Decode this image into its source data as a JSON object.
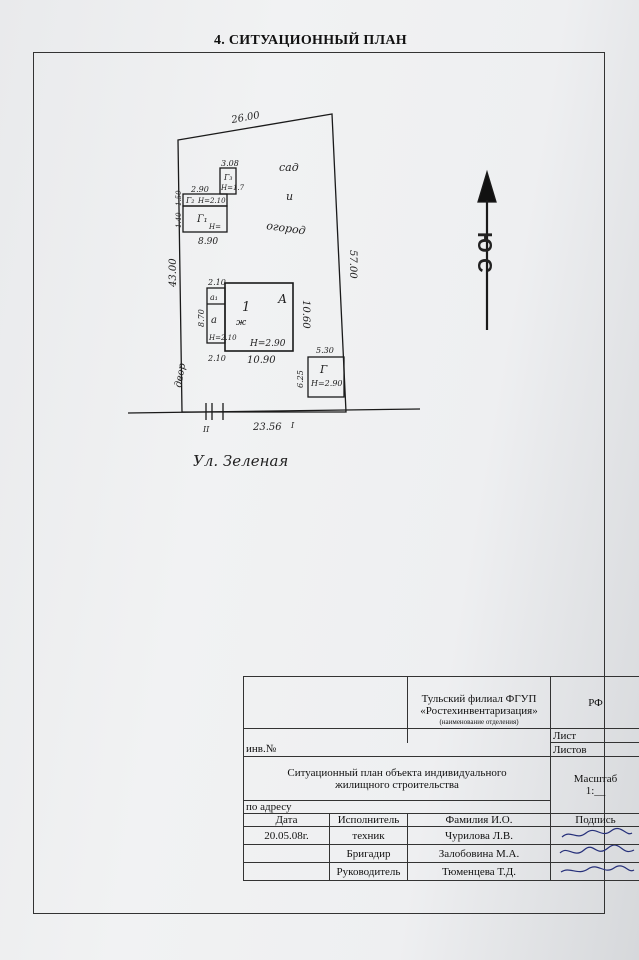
{
  "header": {
    "title": "4.   СИТУАЦИОННЫЙ ПЛАН"
  },
  "plan": {
    "dims": {
      "top": "26.00",
      "left": "43.00",
      "right": "57.00",
      "bottom": "23.56",
      "house_w": "10.90",
      "house_h": "10.60",
      "porch_w1": "2.10",
      "porch_w2": "2.10",
      "porch_h": "8.70",
      "outbuild_w": "8.90",
      "outbuild_top": "3.08",
      "outbuild_mid": "2.90",
      "outbuild_side1": "1.50",
      "outbuild_side2": "1.40",
      "garage_w": "5.30",
      "garage_h": "6.25"
    },
    "labels": {
      "garden1": "сад",
      "garden2": "и",
      "garden3": "огород",
      "house_letter": "А",
      "house_num": "1",
      "house_floors": "ж",
      "house_height": "Н=2.90",
      "porch_letter": "а",
      "porch_a1": "а₁",
      "porch_height": "Н=2.10",
      "out_g1": "Г₁",
      "out_g2": "Г₂",
      "out_g3": "Г₃",
      "out_h1": "Н=",
      "out_h2": "Н=2.10",
      "out_h3": "Н=1.7",
      "garage_letter": "Г",
      "garage_height": "Н=2.90",
      "yard": "двор",
      "gate1": "II",
      "gate2": "I",
      "street": "Ул. Зеленая"
    },
    "north": "Ю С"
  },
  "stamp": {
    "org1": "Тульский филиал ФГУП",
    "org2": "«Ростехинвентаризация»",
    "dept_caption": "(наименование отделения)",
    "rf": "РФ",
    "list_label": "Лист",
    "lists_label": "Листов",
    "inv_label": "инв.№",
    "doc_title1": "Ситуационный план объекта индивидуального",
    "doc_title2": "жилищного строительства",
    "scale_label": "Масштаб",
    "scale_value": "1:__",
    "address_label": "по адресу",
    "col_date": "Дата",
    "col_exec": "Исполнитель",
    "col_name": "Фамилия И.О.",
    "col_sign": "Подпись",
    "rows": [
      {
        "date": "20.05.08г.",
        "role": "техник",
        "name": "Чурилова Л.В."
      },
      {
        "date": "",
        "role": "Бригадир",
        "name": "Залобовина М.А."
      },
      {
        "date": "",
        "role": "Руководитель",
        "name": "Тюменцева Т.Д."
      }
    ]
  }
}
